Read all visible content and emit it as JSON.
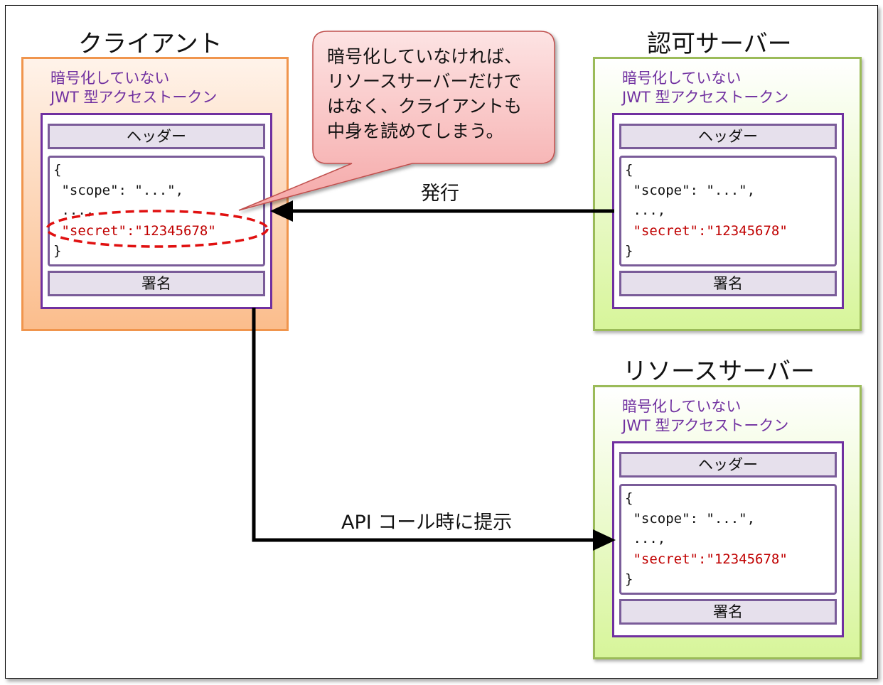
{
  "client": {
    "title": "クライアント",
    "label": "暗号化していない\nJWT 型アクセストークン",
    "token": {
      "header": "ヘッダー",
      "body": [
        "{",
        " \"scope\": \"...\",",
        " ...,"
      ],
      "secret": " \"secret\":\"12345678\"",
      "close": "}",
      "signature": "署名"
    }
  },
  "auth_server": {
    "title": "認可サーバー",
    "label": "暗号化していない\nJWT 型アクセストークン",
    "token": {
      "header": "ヘッダー",
      "body": [
        "{",
        " \"scope\": \"...\",",
        " ...,"
      ],
      "secret": " \"secret\":\"12345678\"",
      "close": "}",
      "signature": "署名"
    }
  },
  "resource_server": {
    "title": "リソースサーバー",
    "label": "暗号化していない\nJWT 型アクセストークン",
    "token": {
      "header": "ヘッダー",
      "body": [
        "{",
        " \"scope\": \"...\",",
        " ...,"
      ],
      "secret": " \"secret\":\"12345678\"",
      "close": "}",
      "signature": "署名"
    }
  },
  "callout": {
    "text": "暗号化していなければ、\nリソースサーバーだけで\nはなく、クライアントも\n中身を読めてしまう。"
  },
  "arrows": {
    "issue_label": "発行",
    "present_label": "API コール時に提示"
  },
  "colors": {
    "client_border": "#f0954d",
    "server_border": "#9bbb59",
    "token_border": "#7030a0",
    "secret_text": "#c00000",
    "callout_fill": "#f8b8b8",
    "callout_border": "#c0504d",
    "highlight_ellipse": "#e01010"
  }
}
